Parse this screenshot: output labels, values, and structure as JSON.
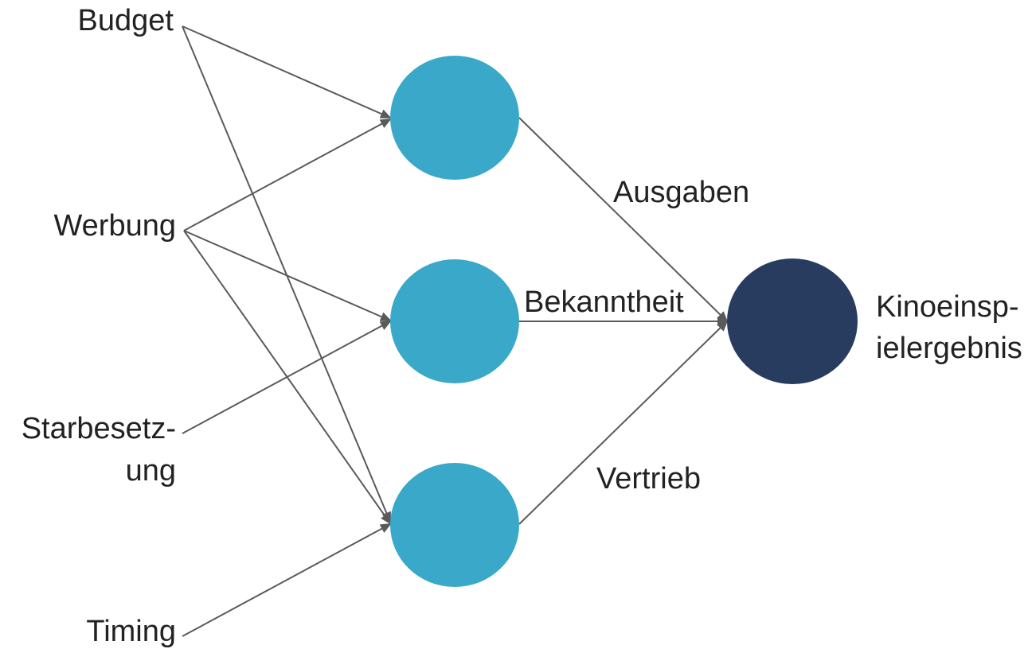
{
  "colors": {
    "hidden_node": "#3aa8c9",
    "output_node": "#283c5f",
    "edge": "#5a5a5a",
    "text": "#222222"
  },
  "inputs": {
    "budget": "Budget",
    "werbung": "Werbung",
    "starbesetzung_line1": "Starbesetz-",
    "starbesetzung_line2": "ung",
    "timing": "Timing"
  },
  "mediators": {
    "ausgaben": "Ausgaben",
    "bekanntheit": "Bekanntheit",
    "vertrieb": "Vertrieb"
  },
  "output": {
    "line1": "Kinoeinsp-",
    "line2": "ielergebnis"
  }
}
